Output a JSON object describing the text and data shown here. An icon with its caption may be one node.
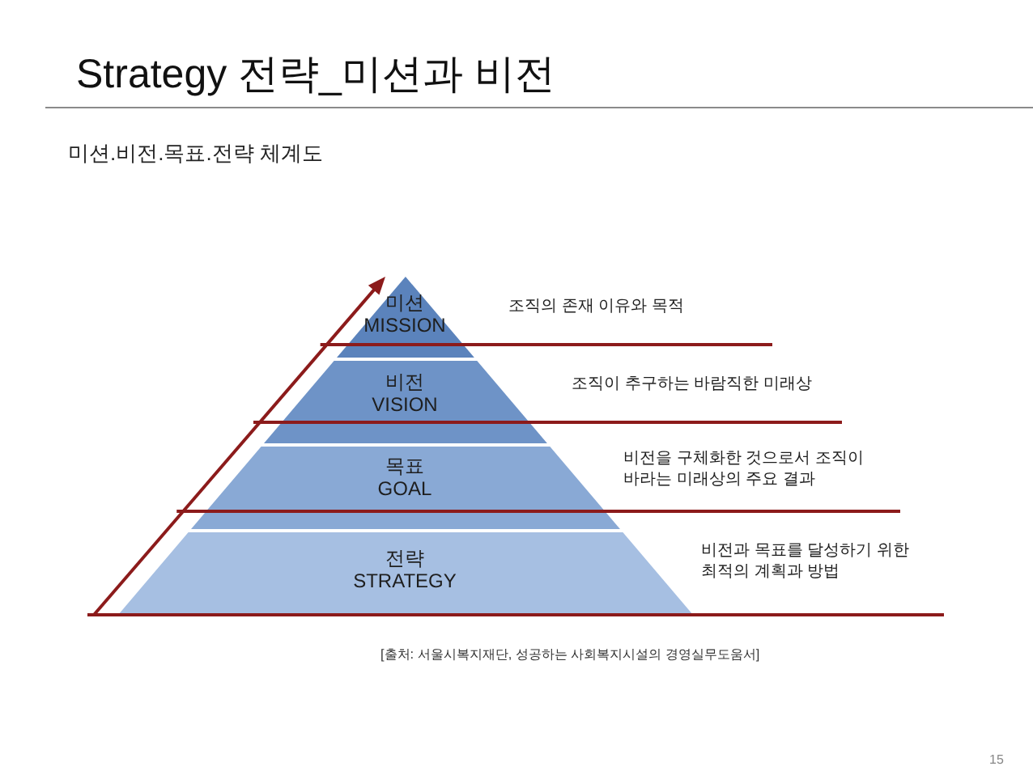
{
  "diagram": {
    "title": "Strategy 전략_미션과 비전",
    "caption": "[출처: 서울시복지재단, 성공하는 사회복지시설의 경영실무도움서]",
    "nodes": [
      {
        "text": [
          "미션",
          "MISSION"
        ],
        "beside": [
          "조직의 존재 이유와 목적"
        ]
      },
      {
        "text": [
          "비전",
          "VISION"
        ],
        "beside": [
          "조직이 추구하는 바람직한 미래상"
        ]
      },
      {
        "text": [
          "목표",
          "GOAL"
        ],
        "beside": [
          "비전을 구체화한 것으로서 조직이 바라는 미래상의 주요 결과"
        ]
      },
      {
        "text": [
          "전략",
          "STRATEGY"
        ],
        "beside": [
          "비전과 목표를 달성하기 위한 최적의 계획과 방법"
        ]
      }
    ],
    "labels": [
      "미션.비전.목표.전략 체계도",
      "15"
    ]
  }
}
